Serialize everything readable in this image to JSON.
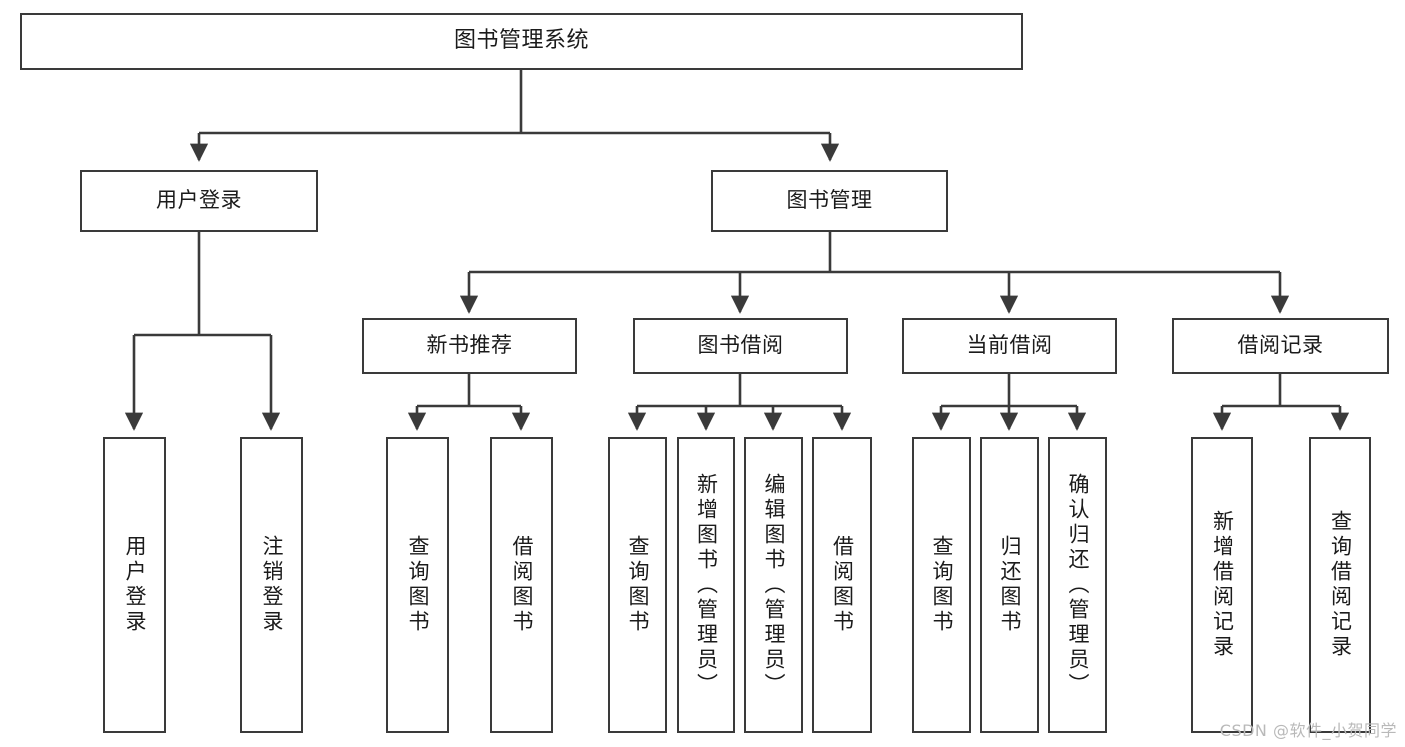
{
  "diagram": {
    "title": "图书管理系统",
    "watermark": "CSDN @软件_小贺同学",
    "root": {
      "label": "图书管理系统"
    },
    "branches": [
      {
        "label": "用户登录"
      },
      {
        "label": "图书管理"
      }
    ],
    "subbranches": [
      {
        "label": "新书推荐"
      },
      {
        "label": "图书借阅"
      },
      {
        "label": "当前借阅"
      },
      {
        "label": "借阅记录"
      }
    ],
    "leaves": {
      "user_login": [
        {
          "label": "用户登录"
        },
        {
          "label": "注销登录"
        }
      ],
      "new_book_recommend": [
        {
          "label": "查询图书"
        },
        {
          "label": "借阅图书"
        }
      ],
      "book_borrow": [
        {
          "label": "查询图书"
        },
        {
          "label": "新增图书（管理员）"
        },
        {
          "label": "编辑图书（管理员）"
        },
        {
          "label": "借阅图书"
        }
      ],
      "current_borrow": [
        {
          "label": "查询图书"
        },
        {
          "label": "归还图书"
        },
        {
          "label": "确认归还（管理员）"
        }
      ],
      "borrow_record": [
        {
          "label": "新增借阅记录"
        },
        {
          "label": "查询借阅记录"
        }
      ]
    },
    "colors": {
      "stroke": "#3a3a3a",
      "background": "#ffffff",
      "text": "#1b1b1b",
      "watermark": "#b9b9b9"
    }
  }
}
